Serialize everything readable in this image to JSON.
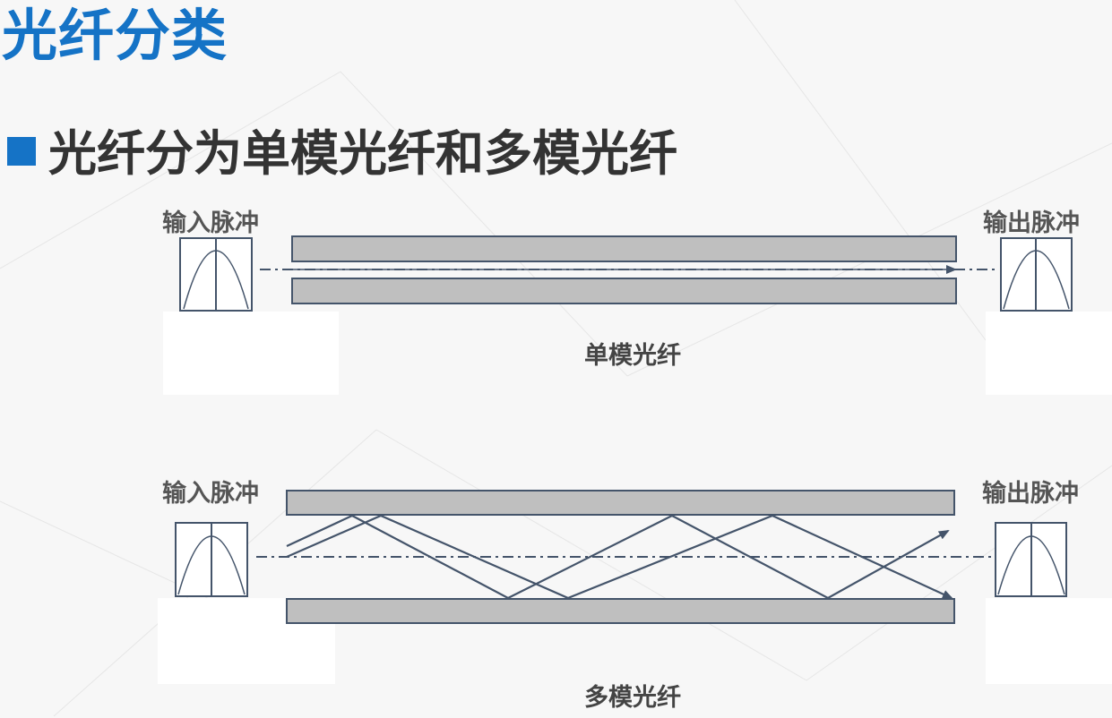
{
  "header": {
    "title": "光纤分类",
    "bullet_text": "光纤分为单模光纤和多模光纤"
  },
  "single_mode": {
    "input_label": "输入脉冲",
    "output_label": "输出脉冲",
    "caption": "单模光纤"
  },
  "multi_mode": {
    "input_label": "输入脉冲",
    "output_label": "输出脉冲",
    "caption": "多模光纤"
  },
  "colors": {
    "title_blue": "#1573c6",
    "cladding_gray": "#bfbfbf",
    "line_dark": "#44546a"
  }
}
